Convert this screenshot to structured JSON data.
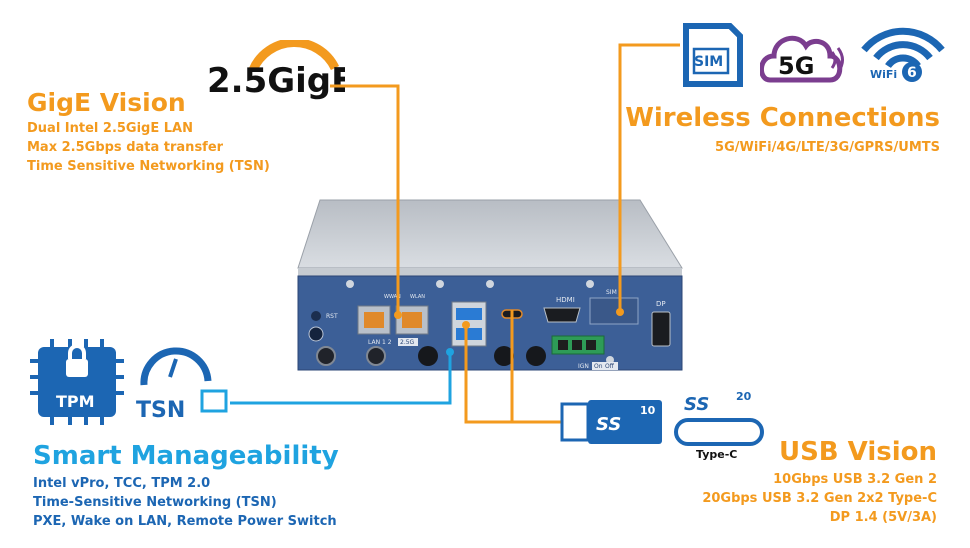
{
  "gige": {
    "logo_text": "2.5GigE",
    "title": "GigE Vision",
    "lines": [
      "Dual Intel 2.5GigE LAN",
      "Max 2.5Gbps data transfer",
      "Time Sensitive Networking (TSN)"
    ]
  },
  "wireless": {
    "icons": {
      "sim": "SIM",
      "fiveg": "5G",
      "wifi": "WiFi",
      "wifi_version": "6"
    },
    "title": "Wireless Connections",
    "line": "5G/WiFi/4G/LTE/3G/GPRS/UMTS"
  },
  "manageability": {
    "icons": {
      "tpm": "TPM",
      "tsn": "TSN"
    },
    "title": "Smart Manageability",
    "lines": [
      "Intel vPro, TCC, TPM 2.0",
      "Time-Sensitive Networking (TSN)",
      "PXE, Wake on LAN, Remote Power Switch"
    ]
  },
  "usb": {
    "icons": {
      "usb_a_speed": "10",
      "usb_c_speed": "20",
      "type_c": "Type-C",
      "ss": "SS"
    },
    "title": "USB Vision",
    "lines": [
      "10Gbps USB 3.2 Gen 2",
      "20Gbps USB 3.2 Gen 2x2 Type-C",
      "DP 1.4 (5V/3A)"
    ]
  },
  "device_labels": {
    "rst": "RST",
    "wwan": "WWAN",
    "wlan": "WLAN",
    "lan": "LAN 1 2",
    "lan_speed": "2.5G",
    "hdmi": "HDMI",
    "sim": "SIM",
    "dp": "DP",
    "ign": "IGN",
    "on": "On",
    "off": "Off"
  },
  "colors": {
    "orange": "#f39a1e",
    "blue": "#1fa3e0",
    "navy": "#1c66b3",
    "panel": "#3c5f97"
  }
}
